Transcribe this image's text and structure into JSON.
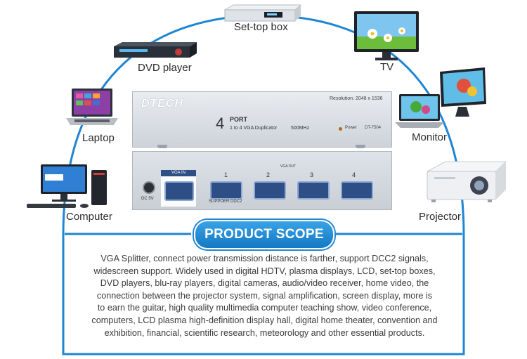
{
  "devices": {
    "settop": "Set-top box",
    "dvd": "DVD player",
    "tv": "TV",
    "laptop": "Laptop",
    "monitor": "Monitor",
    "computer": "Computer",
    "projector": "Projector"
  },
  "product": {
    "brand": "DTECH",
    "port_num": "4",
    "port_word": "PORT",
    "model_text": "1 to 4 VGA Duplicator",
    "freq": "500MHz",
    "resolution": "Resolution: 2048 x 1536",
    "power": "Power",
    "model": "DT-7504",
    "vga_in": "VGA IN",
    "vga_out": "VGA OUT",
    "dc": "DC 5V",
    "ddc": "SUPPOER DDC2",
    "ports": [
      "1",
      "2",
      "3",
      "4"
    ]
  },
  "scope_title": "PRODUCT SCOPE",
  "description_lines": [
    "VGA Splitter, connect power transmission distance is farther, support DCC2 signals,",
    "widescreen support. Widely used in digital HDTV, plasma displays, LCD, set-top boxes,",
    "DVD players, blu-ray players, digital cameras, audio/video receiver, home video, the",
    "connection between the projector system, signal amplification, screen display, more is",
    "to earn the guitar, high quality multimedia computer teaching show, video conference,",
    "computers, LCD plasma high-definition display hall, digital home theater, convention and",
    "exhibition, financial, scientific research, meteorology and other essential products."
  ],
  "colors": {
    "accent": "#1f86d2",
    "device_body": "#d9dde3",
    "vga_port": "#2d4f86"
  }
}
